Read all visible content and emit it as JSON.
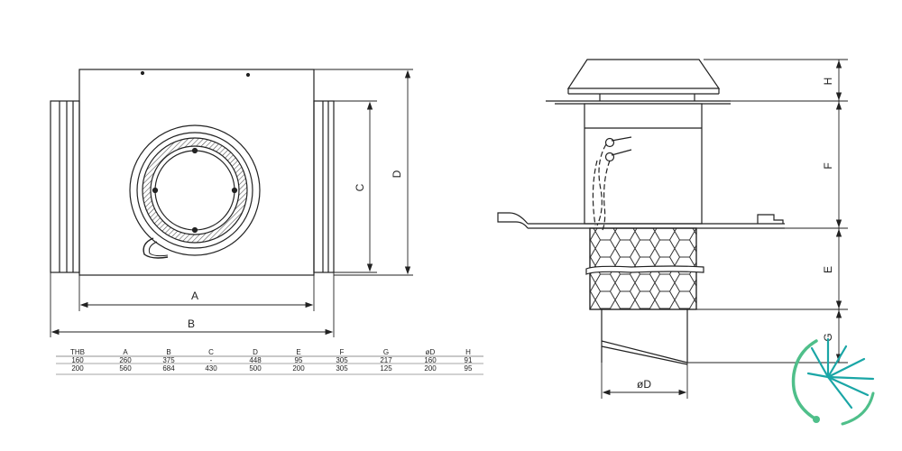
{
  "front_view": {
    "dim_labels": {
      "A": "A",
      "B": "B",
      "C": "C",
      "D": "D"
    }
  },
  "side_view": {
    "dim_labels": {
      "H": "H",
      "F": "F",
      "E": "E",
      "G": "G",
      "oD": "øD"
    }
  },
  "spec_table": {
    "headers": [
      "THB",
      "A",
      "B",
      "C",
      "D",
      "E",
      "F",
      "G",
      "øD",
      "H"
    ],
    "rows": [
      [
        "160",
        "260",
        "375",
        "-",
        "448",
        "95",
        "305",
        "217",
        "160",
        "91"
      ],
      [
        "200",
        "560",
        "684",
        "430",
        "500",
        "200",
        "305",
        "125",
        "200",
        "95"
      ]
    ]
  },
  "colors": {
    "line": "#222222",
    "hatch": "#555555",
    "logo_green": "#4fbf8a",
    "logo_teal": "#1aa6a6"
  },
  "logo": {
    "icon": "brand-logo-icon"
  }
}
